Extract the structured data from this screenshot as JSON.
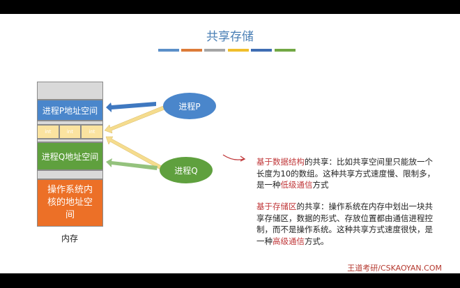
{
  "title": "共享存储",
  "stripe_colors": [
    "#5b8fc9",
    "#dd7b38",
    "#a5a5a5",
    "#f0be2c",
    "#3f6db3",
    "#72a845"
  ],
  "memory": {
    "p_space": "进程P地址空间",
    "cells": [
      "int",
      "int",
      "int"
    ],
    "q_space": "进程Q地址空间",
    "kernel": "操作系统内核的地址空间",
    "label": "内存"
  },
  "processes": {
    "p": "进程P",
    "q": "进程Q"
  },
  "text1": {
    "hl1": "基于数据结构",
    "t1": "的共享：比如共享空间里只能放一个长度为10的数组。这种共享方式速度慢、限制多，是一种",
    "hl2": "低级通信",
    "t2": "方式"
  },
  "text2": {
    "hl1": "基于存储区",
    "t1": "的共享：操作系统在内存中划出一块共享存储区，数据的形式、存放位置都由通信进程控制，而不是操作系统。这种共享方式速度很快，是一种",
    "hl2": "高级通信",
    "t2": "方式。"
  },
  "footer": "王道考研/CSKAOYAN.COM"
}
